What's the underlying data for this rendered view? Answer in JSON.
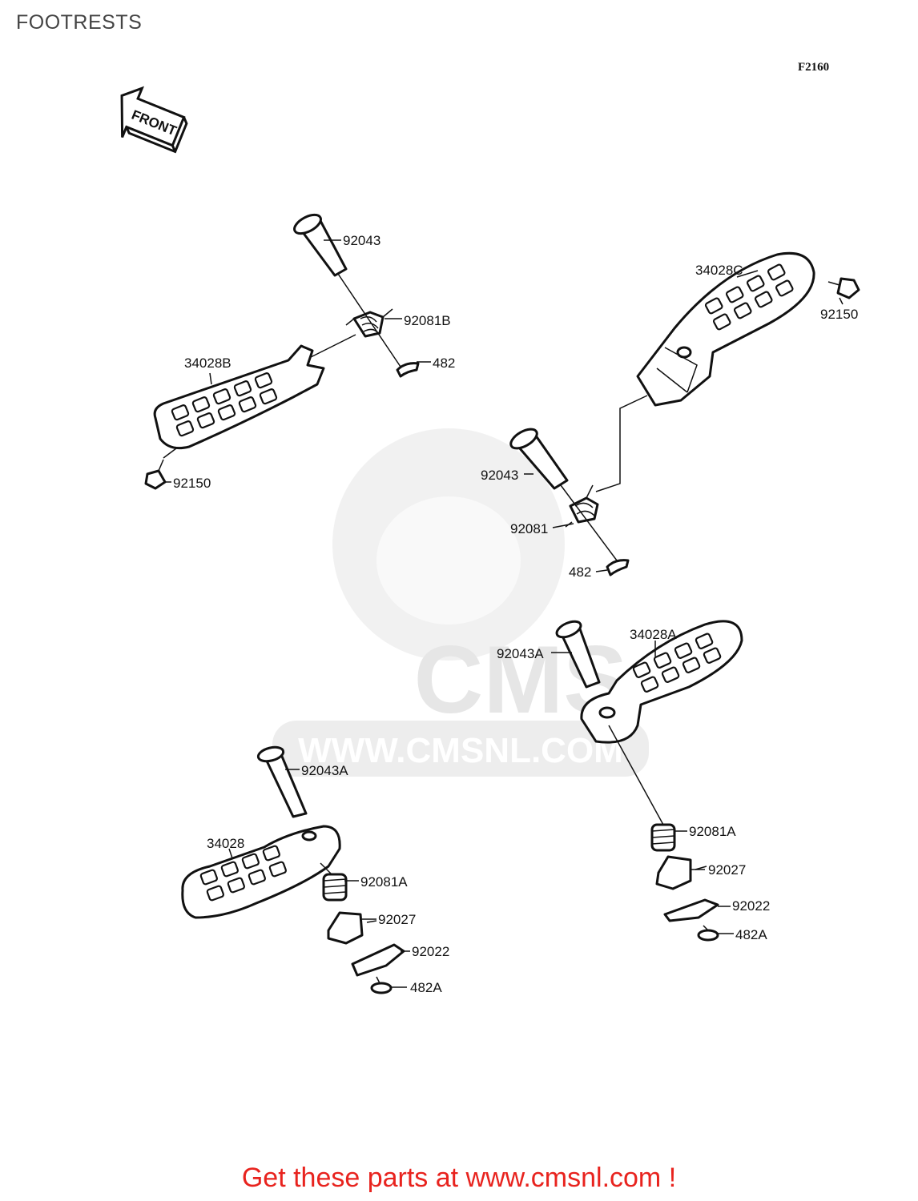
{
  "title": "FOOTRESTS",
  "figure_code": "F2160",
  "front_arrow": "FRONT",
  "watermark": {
    "brand": "CMS",
    "url": "WWW.CMSNL.COM"
  },
  "labels": {
    "l1": "92043",
    "l2": "92081B",
    "l3": "482",
    "l4": "34028B",
    "l5": "92150",
    "l6": "34028C",
    "l7": "92150",
    "l8": "92043",
    "l9": "92081",
    "l10": "482",
    "l11": "34028A",
    "l12": "92043A",
    "l13": "92043A",
    "l14": "34028",
    "l15": "92081A",
    "l16": "92027",
    "l17": "92022",
    "l18": "482A",
    "l19": "92081A",
    "l20": "92027",
    "l21": "92022",
    "l22": "482A"
  },
  "footer": "Get these parts at www.cmsnl.com !"
}
